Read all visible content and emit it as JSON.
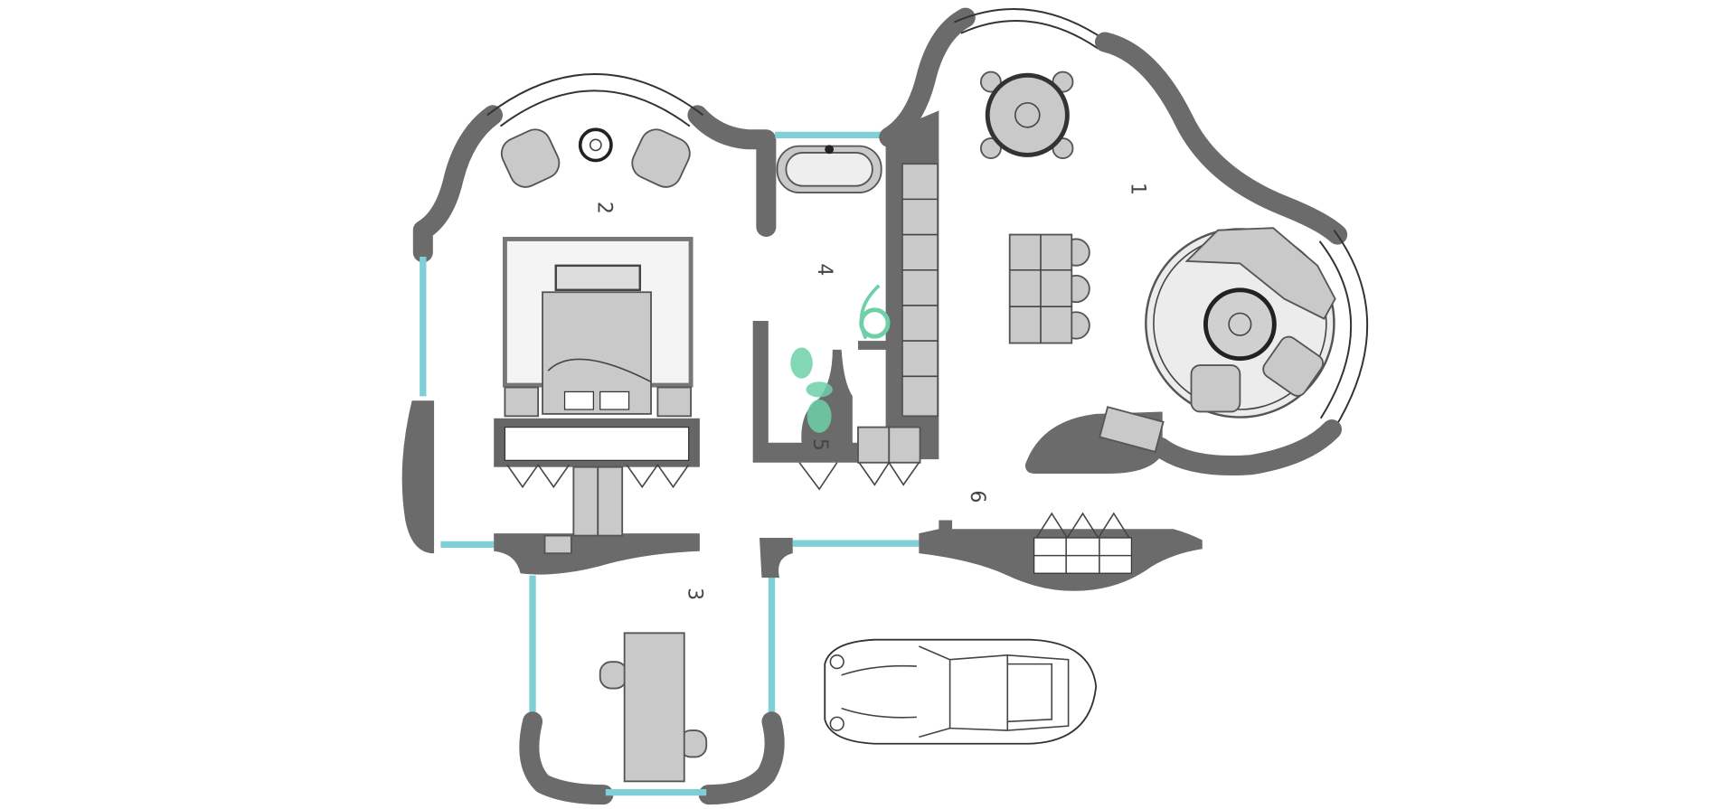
{
  "floor_plan": {
    "room_labels": [
      {
        "id": "1",
        "text": "1"
      },
      {
        "id": "2",
        "text": "2"
      },
      {
        "id": "3",
        "text": "3"
      },
      {
        "id": "4",
        "text": "4"
      },
      {
        "id": "5",
        "text": "5"
      },
      {
        "id": "6",
        "text": "6"
      }
    ],
    "colors": {
      "wall": "#6b6b6b",
      "window": "#7fcfd6",
      "furniture": "#c9c9c9",
      "plant": "#6fd0a8"
    }
  }
}
